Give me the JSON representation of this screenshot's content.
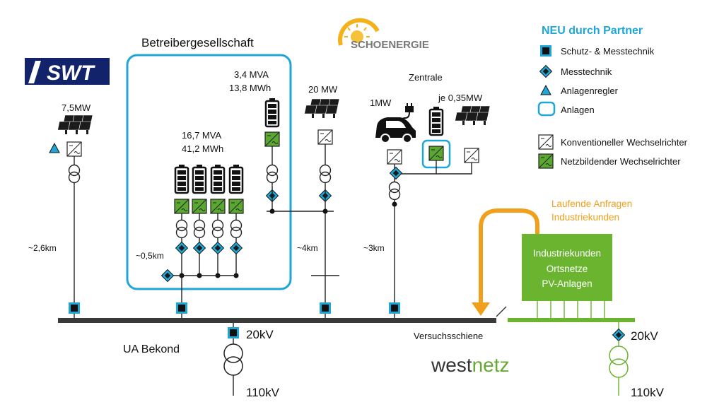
{
  "colors": {
    "blue": "#1ea7d6",
    "navy": "#13236b",
    "green": "#6ab42f",
    "green_dark": "#3d7a1c",
    "orange": "#f0a01c",
    "westnetz_green": "#66a935",
    "bus": "#3a3a3a"
  },
  "header": {
    "operator": "Betreibergesellschaft",
    "swt_logo": "SWT",
    "schoenergie_logo": "SCHOENERGIE"
  },
  "legend": {
    "title": "NEU durch Partner",
    "items": [
      {
        "icon": "square-icon",
        "label": "Schutz- & Messtechnik"
      },
      {
        "icon": "diamond-icon",
        "label": "Messtechnik"
      },
      {
        "icon": "triangle-icon",
        "label": "Anlagenregler"
      },
      {
        "icon": "rounded-box-icon",
        "label": "Anlagen"
      },
      {
        "icon": "conventional-inverter-icon",
        "label": "Konventioneller Wechselrichter"
      },
      {
        "icon": "grid-forming-inverter-icon",
        "label": "Netzbildender Wechselrichter"
      }
    ]
  },
  "plants": {
    "pv_swt": "7,5MW",
    "battery_small_power": "3,4 MVA",
    "battery_small_energy": "13,8 MWh",
    "battery_large_power": "16,7 MVA",
    "battery_large_energy": "41,2 MWh",
    "pv_20": "20 MW",
    "zentrale": "Zentrale",
    "ev": "1MW",
    "each": "je 0,35MW"
  },
  "distances": {
    "d1": "~2,6km",
    "d2": "~0,5km",
    "d3": "~4km",
    "d4": "~3km"
  },
  "grid": {
    "substation": "UA Bekond",
    "bus": "Versuchsschiene",
    "mv1": "20kV",
    "hv1": "110kV",
    "mv2": "20kV",
    "hv2": "110kV",
    "westnetz_a": "west",
    "westnetz_b": "netz"
  },
  "industry": {
    "requests_line1": "Laufende Anfragen",
    "requests_line2": "Industriekunden",
    "box_line1": "Industriekunden",
    "box_line2": "Ortsnetze",
    "box_line3": "PV-Anlagen"
  }
}
